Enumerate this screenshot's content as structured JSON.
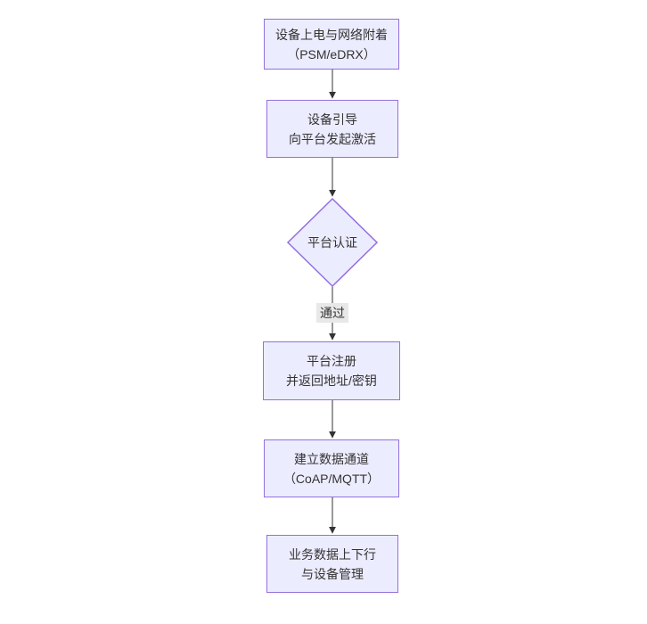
{
  "page": {
    "background": "#ffffff"
  },
  "diagram": {
    "type": "flowchart",
    "direction": "top-down",
    "colors": {
      "page_bg": "#ffffff",
      "node_fill": "#ECECFF",
      "node_border": "#9370DB",
      "text": "#333333",
      "edge": "#333333",
      "edge_label_bg": "#e8e8e8"
    },
    "nodes": [
      {
        "id": "power-attach",
        "shape": "rect",
        "lines": [
          "设备上电与网络附着",
          "（PSM/eDRX）"
        ]
      },
      {
        "id": "bootstrap",
        "shape": "rect",
        "lines": [
          "设备引导",
          "向平台发起激活"
        ]
      },
      {
        "id": "auth",
        "shape": "diamond",
        "lines": [
          "平台认证"
        ]
      },
      {
        "id": "register",
        "shape": "rect",
        "lines": [
          "平台注册",
          "并返回地址/密钥"
        ]
      },
      {
        "id": "channel",
        "shape": "rect",
        "lines": [
          "建立数据通道",
          "（CoAP/MQTT）"
        ]
      },
      {
        "id": "business",
        "shape": "rect",
        "lines": [
          "业务数据上下行",
          "与设备管理"
        ]
      }
    ],
    "edges": [
      {
        "from": "power-attach",
        "to": "bootstrap",
        "label": ""
      },
      {
        "from": "bootstrap",
        "to": "auth",
        "label": ""
      },
      {
        "from": "auth",
        "to": "register",
        "label": "通过"
      },
      {
        "from": "register",
        "to": "channel",
        "label": ""
      },
      {
        "from": "channel",
        "to": "business",
        "label": ""
      }
    ]
  }
}
